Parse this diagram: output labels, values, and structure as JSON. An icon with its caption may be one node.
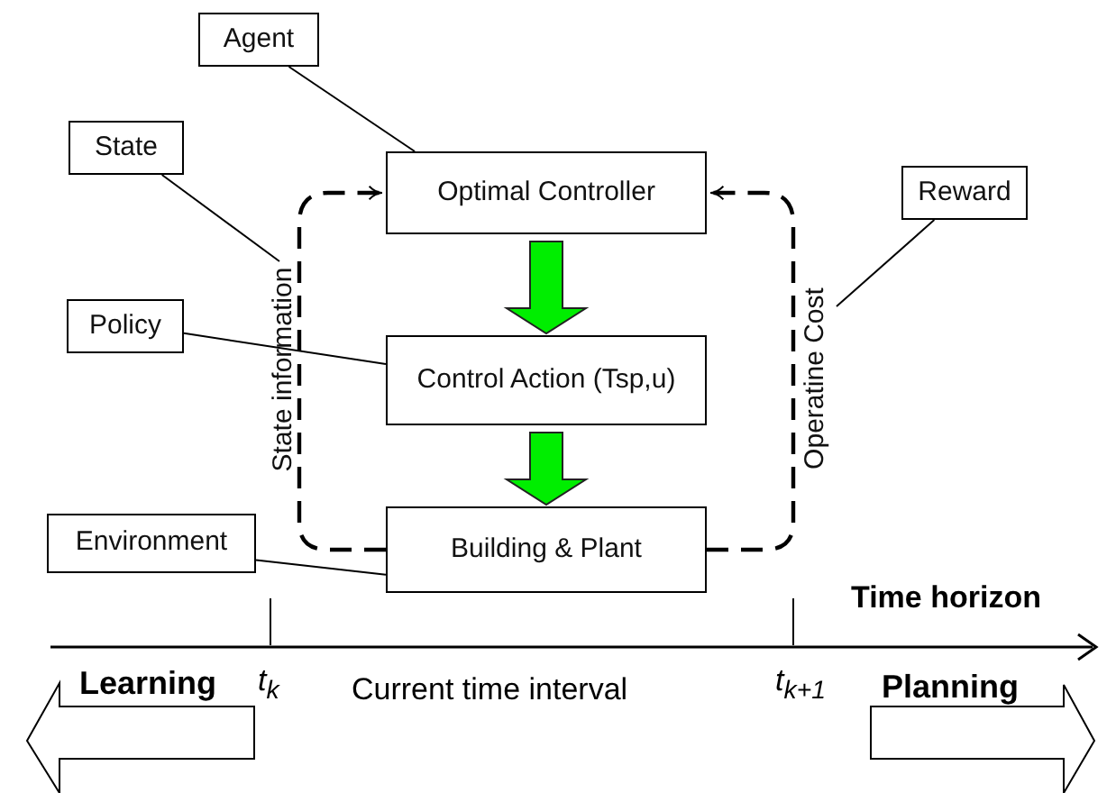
{
  "diagram": {
    "nodes": [
      {
        "text": [
          "Agent"
        ]
      },
      {
        "text": [
          "State"
        ]
      },
      {
        "text": [
          "Optimal Controller"
        ]
      },
      {
        "text": [
          "Reward"
        ]
      },
      {
        "text": [
          "Policy"
        ]
      },
      {
        "text": [
          "Control Action (Tsp,u)"
        ]
      },
      {
        "text": [
          "Environment"
        ]
      },
      {
        "text": [
          "Building & Plant"
        ]
      }
    ],
    "edges": [
      {
        "from": 0,
        "to": 2,
        "arrow": "none"
      },
      {
        "from": 1,
        "to": null,
        "arrow": "none"
      },
      {
        "from": 3,
        "to": null,
        "arrow": "none"
      },
      {
        "from": 4,
        "to": 5,
        "arrow": "none"
      },
      {
        "from": 6,
        "to": 7,
        "arrow": "none"
      },
      {
        "from": 2,
        "to": 5,
        "arrow": "to",
        "style": "thick",
        "color": "#00ee00"
      },
      {
        "from": 5,
        "to": 7,
        "arrow": "to",
        "style": "thick",
        "color": "#00ee00"
      },
      {
        "from": 7,
        "to": 2,
        "arrow": "to",
        "style": "dashed",
        "label": "State information"
      },
      {
        "from": 7,
        "to": 2,
        "arrow": "to",
        "style": "dashed",
        "label": "Operatine Cost"
      }
    ],
    "labels": [
      "Time horizon",
      "Learning",
      "t$_{k}$",
      "Current time interval",
      "t$_{k+1}$",
      "Planning"
    ]
  }
}
